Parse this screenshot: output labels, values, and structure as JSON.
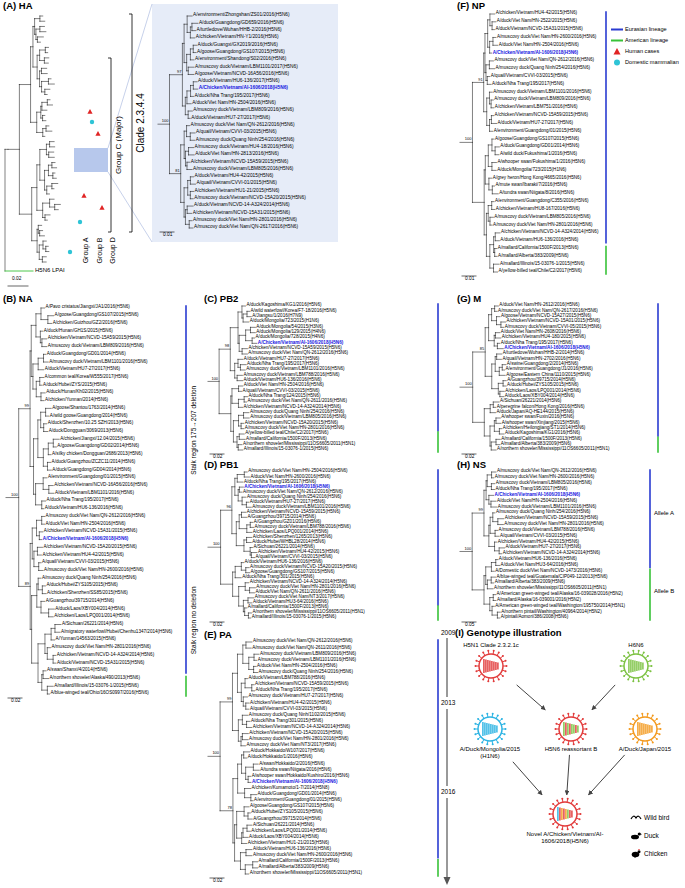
{
  "diagram": {
    "nodes": [
      {
        "text": [
          "H5N1 Clade 2.3.2.1c"
        ]
      },
      {
        "text": [
          "H6N6"
        ]
      },
      {
        "text": [
          "A/Duck/Mongolia/2015 (H1N6)"
        ]
      },
      {
        "text": [
          "H5N6 reassortant B"
        ]
      },
      {
        "text": [
          "A/Duck/Japan/2015"
        ]
      },
      {
        "text": [
          "Novel A/Chicken/Vietnam/AI-1606/2018(H5N6)"
        ]
      }
    ],
    "edges": [
      {
        "from": 0,
        "to": 3,
        "arrow": "to"
      },
      {
        "from": 1,
        "to": 3,
        "arrow": "to"
      },
      {
        "from": 2,
        "to": 5,
        "arrow": "to"
      },
      {
        "from": 3,
        "to": 5,
        "arrow": "to"
      },
      {
        "from": 4,
        "to": 5,
        "arrow": "to"
      }
    ],
    "labels": [
      "(A) HA",
      "Clade 2.3.4.4",
      "Group C (Major)",
      "Group A",
      "Group B",
      "Group D",
      "H5N6 LPAI",
      "0.02",
      "100",
      "97",
      "81",
      "A/environment/Zhongshan/ZS01/2016(H5N6)",
      "A/duck/Guangdong/GD659/2016(H5N6)",
      "A/turtledove/Wuhan/HHB-2/2016(H5N6)",
      "A/chicken/Vietnam/HN-Y1/2016(H5N6)",
      "A/duck/Guangxi/GX2019/2016(H5N6)",
      "A/goose/Guangdong/GS107/2015(H5N6)",
      "A/environment/Shandong/S02/2016(H5N6)",
      "A/muscovy duck/Vietnam/LBM1101/2017(H5N6)",
      "A/goose/Vietnam/NCVD-16A56/2016(H5N6)",
      "A/duck/Vietnam/HU6-136/2017(H5N6)",
      "A/Chicken/Vietnam/AI-1606/2018(H5N6)",
      "A/duck/Nha Trang/195/2017(H5N6)",
      "A/duck/Viet Nam/HN-2504/2016(H5N6)",
      "A/muscovy duck/Vietnam/LBM809/2016(H5N6)",
      "A/duck/Vietnam/HU7-27/2017(H5N6)",
      "A/muscovy duck/Viet Nam/QN-2612/2016(H5N6)",
      "A/quail/Vietnam/CVVI-03/2015(H5N6)",
      "A/muscovy duck/Quang Ninh/254/2016(H5N6)",
      "A/muscovy duck/Vietnam/HU4-18/2016(H5N6)",
      "A/duck/Viet Nam/HN-2813/2016(H5N6)",
      "A/chicken/Vietnam/NCVD-15A59/2015(H5N6)",
      "A/muscovy duck/Vietnam/LBM805/2016(H5N6)",
      "A/duck/Vietnam/HU4-42/2015(H5N6)",
      "A/quail/Vietnam/CVVI-01/2015(H5N6)",
      "A/chicken/Vietnam/HU1-21/2015(H5N6)",
      "A/muscovy duck/Vietnam/NCVD-15A20/2015(H5N6)",
      "A/duck/Vietnam/NCVD-14-A324/2014(H5N6)",
      "A/chicken/Vietnam/NCVD-15A31/2015(H5N6)",
      "A/muscovy duck/Viet Nam/HN-2801/2016(H5N6)",
      "A/muscovy duck/Viet Nam/QN-2617/2016(H5N6)",
      "0.01",
      "(B) NA",
      "Stalk region 175→207 deletion",
      "Stalk region no deletion",
      "100",
      "99",
      "89",
      "A/Pavo cristatus/Jiangxi/JA1/2016(H5N6)",
      "A/goose/Guangdong/GS107/2015(H5N6)",
      "A/chicken/Guizhou/GZ2/2016(H5N6)",
      "A/duck/Hunan/GH1S/2015(H5N6)",
      "A/chicken/Vietnam/NCVD-15A59/2015(H5N6)",
      "A/muscovy duck/Vietnam/LBM809/2016(H5N6)",
      "A/duck/Guangdong/GD01/2014(H5N6)",
      "A/muscovy duck/Vietnam/LBM1101/2016(H5N6)",
      "A/duck/Vietnam/HU7-27/2017(H5N6)",
      "A/common teal/Korea/W555/2017(H5N6)",
      "A/duck/Hubei/ZYS/2015(H5N6)",
      "A/duck/Hunan/Kh02/2015(H5N6)",
      "A/chicken/Yunnan/2014(H5N6)",
      "A/goose/Shantou/1763/2014(H5N6)",
      "A/wild goose/Guangdong/2014(H5N6)",
      "A/duck/Shenzhen/10.25 SZH/2013(H5N6)",
      "A/duck/Dongguan/3069/2013(H5N6)",
      "A/chicken/Jiangxi/12.04/2015(H5N6)",
      "A/goose/Guangdong/GD02/2014(H5N6)",
      "A/silky chicken/Dongguan/2686/2013(H5N6)",
      "A/duck/Guangzhou/ZCZC11/2014(H5N6)",
      "A/duck/Guangdong/GD04/2014(H5N6)",
      "A/environment/Guangdong/01/2015(H5N6)",
      "A/chicken/Vietnam/NCVD-16A56/2016(H5N6)",
      "A/duck/Vietnam/LBM1101/2016(H5N6)",
      "A/duck/Nha Trang/195/2017(H5N6)",
      "A/duck/Vietnam/HU6-136/2016(H5N6)",
      "A/muscovy duck/Viet Nam/QN-2612/2016(H5N6)",
      "A/duck/Viet Nam/HN-2504/2016(H5N6)",
      "A/chicken/Vietnam/NCVD-15A31/2015(H5N6)",
      "A/Chicken/Vietnam/AI-1606/2018(H5N6)",
      "A/chicken/Vietnam/NCVD-15A20/2015(H5N6)",
      "A/chicken/Vietnam/HU4-42/2015(H5N6)",
      "A/quail/Vietnam/CVVI-03/2015(H5N6)",
      "A/muscovy duck/Viet Nam/HN-2600/2016(H5N6)",
      "A/muscovy duck/Quang Ninh/254/2016(H5N6)",
      "A/duck/Hubei/ZYS105/2015(H5N6)",
      "A/chicken/Shenzhen/SS85/2015(H5N6)",
      "A/Guangzhou/39715/2014(H5N6)",
      "A/duck/Laos/XBY004/2014(H5N6)",
      "A/chicken/Laos/LPQ001/2014(H5N6)",
      "A/Sichuan/26221/2014(H5N6)",
      "A/migratory waterfowl/Hubei/Chenhu1347/2014(H5N6)",
      "A/Yunnan/14563/2015(H5N6)",
      "A/muscovy duck/Viet Nam/HN-2801/2016(H5N6)",
      "A/chicken/Vietnam/NCVD-14-A324/2014(H5N6)",
      "A/duck/Vietnam/NCVD-15A31/2015(H5N6)",
      "A/swan/Shanxi/4/2014(H5N6)",
      "A/northern shoveler/Alaska/490/2013(H5N6)",
      "A/mallard/Illinois/15-03076-1/2015(H5N6)",
      "A/blue-winged teal/Ohio/16OS0997/2016(H5N6)",
      "0.02",
      "(C) PB2",
      "100",
      "98",
      "A/duck/Kagoshima/KG1/2016(H5N6)",
      "A/wild waterfowl/Korea/F7-18/2016(H5N6)",
      "A/Jiangsu/1/2016(H7N9)",
      "A/duck/Mongolia/723/2015(H1N6)",
      "A/duck/Mongolia/54/2015(H3N6)",
      "A/duck/Mongolia/129/2015(H4N6)",
      "A/duck/Mongolia/728/2015(H4N6)",
      "A/Chicken/Vietnam/AI-1606/2018(H5N6)",
      "A/chicken/Vietnam/NCVD-15A59/2015(H5N6)",
      "A/muscovy duck/Viet Nam/QN-2612/2016(H5N6)",
      "A/duck/Vietnam/HU7-27/2017(H5N6)",
      "A/duck/Nha Trang/195/2017(H5N6)",
      "A/muscovy duck/Vietnam/LBM1101/2016(H5N6)",
      "A/muscovy duck/Vietnam/LBM788/2016(H5N6)",
      "A/duck/Vietnam/HU6-136/2016(H5N6)",
      "A/duck/Viet Nam/HN-2504/2016(H5N6)",
      "A/quail/Vietnam/CVVI-03/2015(H5N6)",
      "A/duck/Nha Trang/124/2015(H5N6)",
      "A/muscovy duck/Viet Nam/QN-2611/2016(H5N6)",
      "A/chicken/Vietnam/NCVD-14-A324/2014(H5N6)",
      "A/muscovy duck/Quang Ninh/254/2016(H5N6)",
      "A/muscovy duck/Vietnam/LBM805/2016(H5N6)",
      "A/chicken/Vietnam/NCVD-15A20/2015(H5N6)",
      "A/muscovy duck/Viet Nam/HN-2801/2016(H5N6)",
      "A/yellow-billed teal/Chile/C2/2017(H5N6)",
      "A/mallard/California/1500F/2013(H5N6)",
      "A/northern shoveler/Mississippi/11OS6605/2011(H5N1)",
      "A/mallard/Illinois/15-03076-1/2015(H5N6)",
      "0.02",
      "(D) PB1",
      "100",
      "96",
      "A/muscovy duck/Viet Nam/HN-2504/2016(H5N6)",
      "A/duck/Viet Nam/HN-2600/2016(H5N6)",
      "A/duck/Nha Trang/195/2017(H5N6)",
      "A/Chicken/Vietnam/AI-1606/2018(H5N6)",
      "A/muscovy duck/Viet Nam/QN-2612/2016(H5N6)",
      "A/muscovy duck/Quang Ninh/254/2016(H5N6)",
      "A/duck/Vietnam/HU7-27/2017(H5N6)",
      "A/muscovy duck/Vietnam/LBM1101/2016(H5N6)",
      "A/chicken/Vietnam/NCVD-15A59/2015(H5N6)",
      "A/Guangzhou/39715/2014(H5N6)",
      "A/Guangzhou/GZ01/2016(H5N6)",
      "A/muscovy duck/Vietnam/LBM788/2016(H5N6)",
      "A/chicken/Laos/LPQ001/2014(H5N6)",
      "A/chicken/Shenzhen/1265/2013(H5N6)",
      "A/duck/Hubei/WHBL28/2014(H5N6)",
      "A/Sichuan/26221/2014(H5N6)",
      "A/chicken/Vietnam/HU4-42/2015(H5N6)",
      "A/quail/Vietnam/CVVI-03/2015(H5N6)",
      "A/duck/Vietnam/HU6-136/2016(H5N6)",
      "A/muscovy duck/Vietnam/NCVD-15A20/2015(H5N6)",
      "A/goose/Guangdong/GS107/2015(H5N6)",
      "A/duck/Nha Trang/301/2015(H5N6)",
      "A/chicken/Vietnam/NCVD-14-A324/2014(H5N6)",
      "A/muscovy duck/Viet Nam/HN-2801/2016(H5N6)",
      "A/duck/Viet Nam/QN-2611/2016(H5N6)",
      "A/muscovy duck/Viet Nam/NT3/2017(H5N6)",
      "A/duck/Vietnam/HU3-64/2016(H5N6)",
      "A/mallard/California/1500F/2013(H5N6)",
      "A/northern shoveler/Mississippi/11OS6605/2011(H5N1)",
      "A/mallard/Illinois/15-03076-1/2015(H5N6)",
      "0.02",
      "(E) PA",
      "100",
      "99",
      "78",
      "A/muscovy duck/Viet Nam/QN-2612/2016(H5N6)",
      "A/muscovy duck/Viet Nam/QN-2611/2016(H5N6)",
      "A/muscovy duck/Vietnam/LBM809/2016(H5N6)",
      "A/muscovy duck/Vietnam/LBM1101/2016(H5N6)",
      "A/duck/Viet Nam/HN-2504/2016(H5N6)",
      "A/muscovy duck/Quang Ninh/254/2016(H5N6)",
      "A/duck/Vietnam/LBM788/2016(H5N6)",
      "A/chicken/Vietnam/NCVD-15A59/2015(H5N6)",
      "A/duck/Nha Trang/195/2017(H5N6)",
      "A/muscovy duck/Vietnam/HU7-27/2017(H5N6)",
      "A/chicken/Vietnam/HU4-42/2015(H5N6)",
      "A/quail/Vietnam/CVVI-03/2015(H5N6)",
      "A/muscovy duck/Quang Ninh/1102/2015(H5N6)",
      "A/duck/Nha Trang/301/2015(H5N6)",
      "A/chicken/Vietnam/NCVD-14-A324/2014(H5N6)",
      "A/chicken/Vietnam/NCVD-15A20/2015(H5N6)",
      "A/muscovy duck/Viet Nam/HN-2801/2016(H5N6)",
      "A/muscovy duck/Viet Nam/NT3/2017(H5N6)",
      "A/duck/Hokkaido/W107/2017(H5N6)",
      "A/duck/Hokkaido/1/2016(H5N6)",
      "A/swan/Hokkaido/2/2016(H5N6)",
      "A/tundra swan/Niigata/2016(H5N6)",
      "A/whooper swan/Hokkaido/Kushiro/2016(H5N6)",
      "A/Chicken/Vietnam/AI-1606/2018(H5N6)",
      "A/chicken/Kumamoto/1-7/2014(H5N8)",
      "A/duck/Guangdong/GD01/2014(H5N6)",
      "A/environment/Guangdong/01/2015(H5N6)",
      "A/goose/Guangdong/GS107/2015(H5N6)",
      "A/duck/Hubei/ZYS105/2015(H5N6)",
      "A/Guangzhou/39715/2014(H5N6)",
      "A/Sichuan/26221/2014(H5N6)",
      "A/chicken/Laos/LPQ001/2014(H5N6)",
      "A/duck/Laos/XBY004/2014(H5N6)",
      "A/chicken/Vietnam/HU1-21/2015(H5N6)",
      "A/duck/Vietnam/HU6-136/2016(H5N6)",
      "A/muscovy duck/Viet Nam/HN-2600/2016(H5N6)",
      "A/mallard/California/1500F/2013(H5N6)",
      "A/mallard/Alberta/383/2009(H5N6)",
      "A/northern shoveler/Mississippi/11OS6605/2011(H5N1)",
      "0.02",
      "(F) NP",
      "100",
      "91",
      "A/chicken/Vietnam/HU4-42/2015(H5N6)",
      "A/duck/Viet Nam/HN-2522/2015(H5N6)",
      "A/duck/Vietnam/NCVD-15A31/2015(H5N6)",
      "A/muscovy duck/Viet Nam/HN-2600/2016(H5N6)",
      "A/duck/Viet Nam/HN-2504/2016(H5N6)",
      "A/Chicken/Vietnam/AI-1606/2018(H5N6)",
      "A/muscovy duck/Viet Nam/QN-2612/2016(H5N6)",
      "A/muscovy duck/Quang Ninh/254/2016(H5N6)",
      "A/quail/Vietnam/CVVI-03/2015(H5N6)",
      "A/duck/Nha Trang/195/2017(H5N6)",
      "A/muscovy duck/Vietnam/LBM1101/2016(H5N6)",
      "A/muscovy duck/Vietnam/LBM809/2016(H5N6)",
      "A/chicken/Vietnam/LBM751/2016(H5N6)",
      "A/chicken/Vietnam/NCVD-15A59/2015(H5N6)",
      "A/duck/Vietnam/HU7-27/2017(H5N6)",
      "A/environment/Guangdong/01/2015(H5N6)",
      "A/goose/Guangdong/GS107/2015(H5N6)",
      "A/duck/Guangdong/GD01/2014(H5N6)",
      "A/wild duck/Fukushima/1/2016(H5N6)",
      "A/whooper swan/Fukushima/1/2016(H5N6)",
      "A/duck/Mongolia/723/2015(H1N6)",
      "A/grey heron/Hong Kong/4665/2016(H5N6)",
      "A/mute swan/Ibaraki/7/2016(H5N6)",
      "A/tundra swan/Niigata/8/2016(H5N6)",
      "A/environment/Guangdong/C355/2016(H5N6)",
      "A/chicken/Vietnam/HU8-167/2016(H5N6)",
      "A/muscovy duck/Vietnam/LBM805/2016(H5N6)",
      "A/muscovy duck/Viet Nam/HN-2801/2016(H5N6)",
      "A/chicken/Vietnam/NCVD-14-A324/2014(H5N6)",
      "A/duck/Vietnam/HU6-136/2016(H5N6)",
      "A/mallard/California/1500F/2013(H5N6)",
      "A/mallard/Alberta/383/2009(H5N6)",
      "A/mallard/Illinois/15-03076-1/2015(H5N6)",
      "A/yellow-billed teal/Chile/C2/2017(H5N6)",
      "0.01",
      "(G) M",
      "100",
      "85",
      "A/duck/Viet Nam/HN-2612/2016(H5N6)",
      "A/muscovy duck/Viet Nam/QN-2617/2016(H5N6)",
      "A/goose/Vietnam/NCVD-15A27/2015(H5N6)",
      "A/chicken/Vietnam/NCVD-15A01/2015(H5N6)",
      "A/muscovy duck/Vietnam/CVVI-05/2015(H5N6)",
      "A/duck/Viet Nam/HN-2608/2016(H5N6)",
      "A/chicken/Vietnam/HU4-180/2015(H5N6)",
      "A/duck/Nha Trang/195/2017(H5N6)",
      "A/Chicken/Vietnam/AI-1606/2018(H5N6)",
      "A/turtledove/Wuhan/HHB-2/2014(H5N6)",
      "A/quail/Vietnam/HN-2702/2016(H5N6)",
      "A/swine/Guangdong/2/2014(H5N6)",
      "A/environment/Guangdong/J1/2016(H5N6)",
      "A/goose/Eastern China/1110/2015(H5N6)",
      "A/Guangzhou/39715/2014(H5N6)",
      "A/duck/Hubei/ZYS105/2015(H5N6)",
      "A/chicken/Laos/LPQ001/2014(H5N6)",
      "A/duck/Laos/XBY004/2014(H5N6)",
      "A/Sichuan/26221/2014(H5N6)",
      "A/peregrine falcon/Hong Kong/2016(H5N6)",
      "A/duck/Japan/AQ-HE144/2015(H5N6)",
      "A/whooper swan/Fuxin/2016(H5N6)",
      "A/whooper swan/Xinjiang/2015(H5N6)",
      "A/chicken/Heilongjiang/ST1/2014(H5N6)",
      "A/duck/Kagoshima/KG1/2016(H5N6)",
      "A/mallard/California/1500F/2013(H5N6)",
      "A/mallard/Alberta/383/2009(H5N6)",
      "A/northern shoveler/Mississippi/11OS6605/2011(H5N1)",
      "0.02",
      "(H) NS",
      "Allele A",
      "Allele B",
      "100",
      "99",
      "A/muscovy duck/Viet Nam/QN-2612/2016(H5N6)",
      "A/muscovy duck/Viet Nam/HN-2600/2016(H5N6)",
      "A/muscovy duck/Vietnam/LBM805/2016(H5N6)",
      "A/duck/Nha Trang/195/2017(H5N6)",
      "A/Chicken/Vietnam/AI-1606/2018(H5N6)",
      "A/duck/Viet Nam/HN-2504/2016(H5N6)",
      "A/muscovy duck/Vietnam/LBM1101/2016(H5N6)",
      "A/muscovy duck/Quang Ninh/254/2016(H5N6)",
      "A/chicken/Vietnam/NCVD-15A59/2015(H5N6)",
      "A/muscovy duck/Viet Nam/HN-2801/2016(H5N6)",
      "A/muscovy duck/Vietnam/LBM788/2016(H5N6)",
      "A/quail/Vietnam/CVVI-03/2015(H5N6)",
      "A/chicken/Vietnam/HU4-42/2015(H5N6)",
      "A/duck/Vietnam/HU7-27/2017(H5N6)",
      "A/chicken/Vietnam/NCVD-14-A324/2014(H5N6)",
      "A/duck/Vietnam/HU6-136/2016(H5N6)",
      "A/duck/Viet Nam/HU3-64/2016(H5N6)",
      "A/Domestic duck/Viet Nam/NCVD-1473/2016(H5N6)",
      "A/blue-winged teal/Guatemala/CIP049-12/2013(H5N6)",
      "A/mallard/Alberta/383/2009(H5N6)",
      "A/northern shoveler/Mississippi/11OS6605/2011(H5N1)",
      "A/American green-winged teal/Alaska/16-039028/2016(H5N2)",
      "A/mallard/Alaska/16-039001/2016(H5N2)",
      "A/American green-winged teal/Washington/195750/2014(H5N1)",
      "A/northern pintail/Washington/40964/2014(H5N2)",
      "A/pintail/Aomori/386/2008(H5N6)",
      "0.05",
      "(I) Genotype illustration",
      "2009",
      "2013",
      "2016"
    ],
    "legend": [
      {
        "text": "Eurasian lineage"
      },
      {
        "text": "American lineage"
      },
      {
        "text": "Human cases"
      },
      {
        "text": "Domestic mammalian"
      },
      {
        "text": "Wild bird"
      },
      {
        "text": "Duck"
      },
      {
        "text": "Chicken"
      }
    ]
  }
}
